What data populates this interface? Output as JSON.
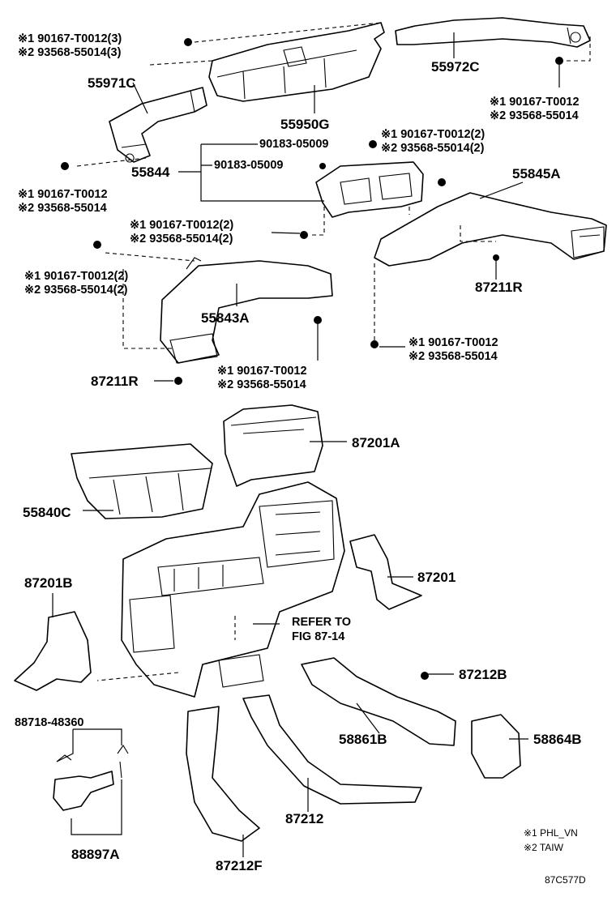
{
  "labels": {
    "l_55971C": "55971C",
    "l_55972C": "55972C",
    "l_55950G": "55950G",
    "l_55844": "55844",
    "l_55845A": "55845A",
    "l_55843A": "55843A",
    "l_87211R_right": "87211R",
    "l_87211R_left": "87211R",
    "l_87201A": "87201A",
    "l_55840C": "55840C",
    "l_87201": "87201",
    "l_87201B": "87201B",
    "l_87212B": "87212B",
    "l_58861B": "58861B",
    "l_58864B": "58864B",
    "l_88718": "88718-48360",
    "l_87212": "87212",
    "l_88897A": "88897A",
    "l_87212F": "87212F",
    "l_90183_a": "90183-05009",
    "l_90183_b": "90183-05009",
    "refer_1": "REFER TO",
    "refer_2": "FIG 87-14"
  },
  "callouts": {
    "c1_a": "※1 90167-T0012(3)",
    "c1_b": "※2 93568-55014(3)",
    "c2_a": "※1 90167-T0012",
    "c2_b": "※2 93568-55014",
    "c3_a": "※1 90167-T0012",
    "c3_b": "※2 93568-55014",
    "c4_a": "※1 90167-T0012(2)",
    "c4_b": "※2 93568-55014(2)",
    "c5_a": "※1 90167-T0012(2)",
    "c5_b": "※2 93568-55014(2)",
    "c6_a": "※1 90167-T0012(2)",
    "c6_b": "※2 93568-55014(2)",
    "c7_a": "※1 90167-T0012",
    "c7_b": "※2 93568-55014",
    "c8_a": "※1 90167-T0012",
    "c8_b": "※2 93568-55014"
  },
  "legend": {
    "item1": "※1 PHL_VN",
    "item2": "※2 TAIW"
  },
  "figure_code": "87C577D"
}
